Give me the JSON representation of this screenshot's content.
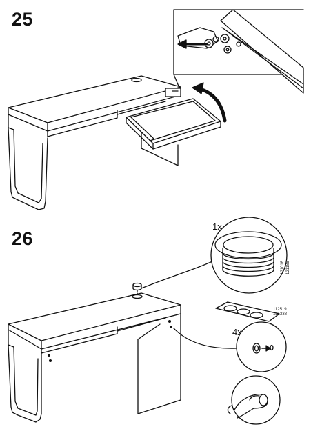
{
  "steps": [
    {
      "number": "25"
    },
    {
      "number": "26"
    }
  ],
  "step26": {
    "grommet": {
      "quantity": "1x",
      "part_codes": [
        "121018",
        "121186"
      ]
    },
    "pads": {
      "quantity": "4x",
      "part_codes": [
        "112519",
        "121338"
      ]
    }
  }
}
